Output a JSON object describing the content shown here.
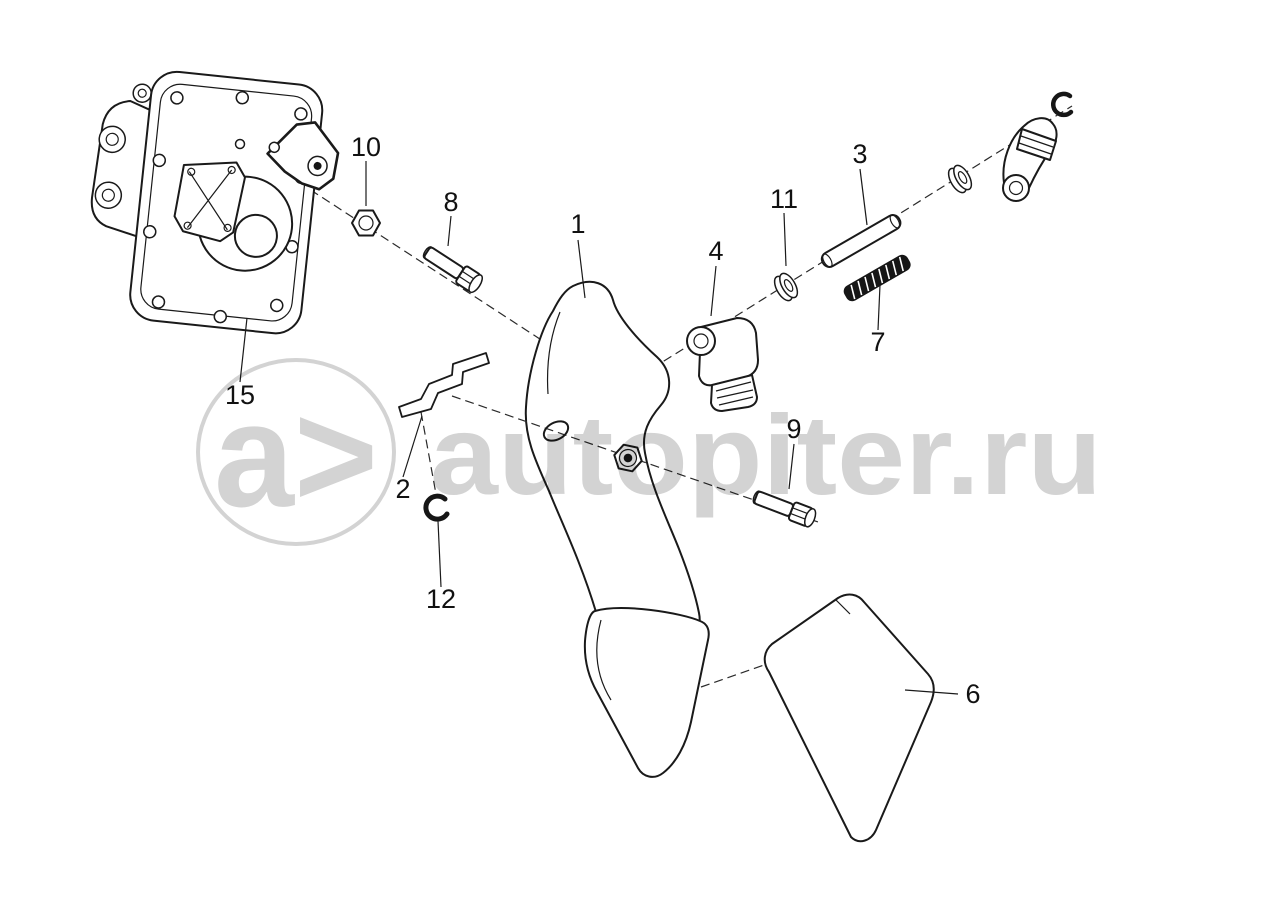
{
  "diagram": {
    "title": "pedal-assembly-exploded-view",
    "callouts": {
      "p1": "1",
      "p2": "2",
      "p3": "3",
      "p4": "4",
      "p6": "6",
      "p7": "7",
      "p8": "8",
      "p9": "9",
      "p10": "10",
      "p11": "11",
      "p12": "12",
      "p15": "15"
    },
    "line_color": "#1a1a1a",
    "background": "#ffffff"
  },
  "watermark": {
    "logo": "a>",
    "text": "autopiter.ru",
    "color": "#d3d3d3"
  }
}
